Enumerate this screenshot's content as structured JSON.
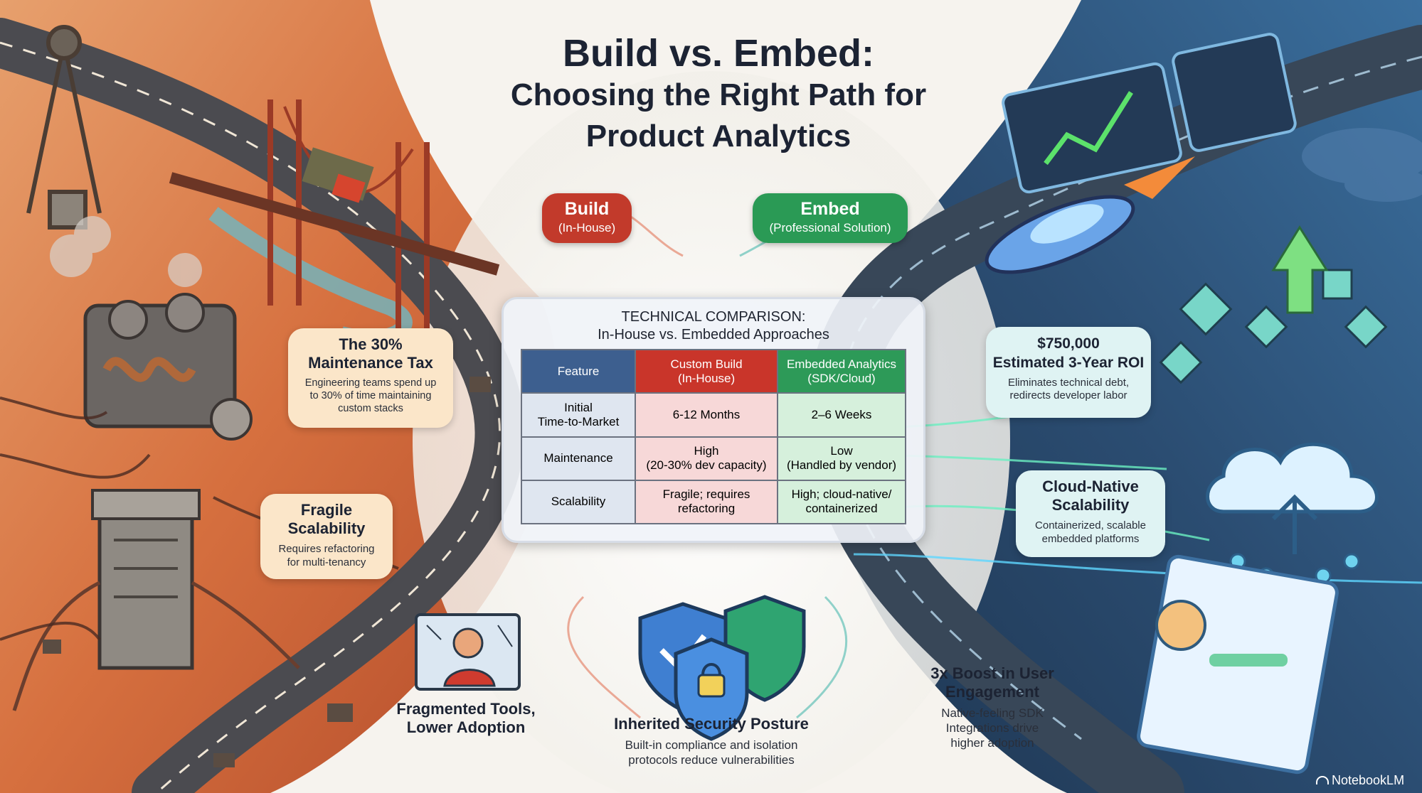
{
  "title_line1": "Build vs. Embed:",
  "title_line2": "Choosing the Right Path for",
  "title_line3": "Product Analytics",
  "build_tag": {
    "label": "Build",
    "sub": "(In-House)"
  },
  "embed_tag": {
    "label": "Embed",
    "sub": "(Professional Solution)"
  },
  "comparison": {
    "title_line1": "TECHNICAL COMPARISON:",
    "title_line2": "In-House vs. Embedded Approaches",
    "headers": [
      "Feature",
      "Custom Build\n(In-House)",
      "Embedded Analytics\n(SDK/Cloud)"
    ],
    "rows": [
      [
        "Initial\nTime-to-Market",
        "6-12 Months",
        "2–6 Weeks"
      ],
      [
        "Maintenance",
        "High\n(20-30% dev capacity)",
        "Low\n(Handled by vendor)"
      ],
      [
        "Scalability",
        "Fragile; requires\nrefactoring",
        "High; cloud-native/\ncontainerized"
      ]
    ]
  },
  "maintenance_tax": {
    "heading": "The 30%\nMaintenance Tax",
    "body": "Engineering teams spend up\nto 30% of time maintaining\ncustom stacks"
  },
  "fragile": {
    "heading": "Fragile\nScalability",
    "body": "Requires refactoring\nfor multi-tenancy"
  },
  "fragmented": {
    "heading": "Fragmented Tools,\nLower Adoption"
  },
  "security": {
    "heading": "Inherited Security Posture",
    "body": "Built-in compliance and isolation\nprotocols reduce vulnerabilities"
  },
  "engagement": {
    "heading": "3x Boost in User\nEngagement",
    "body": "Native-feeling SDK\nIntegrations drive\nhigher adoption"
  },
  "roi": {
    "heading": "$750,000\nEstimated 3-Year ROI",
    "body": "Eliminates technical debt,\nredirects developer labor"
  },
  "cloud": {
    "heading": "Cloud-Native\nScalability",
    "body": "Containerized, scalable\nembedded platforms"
  },
  "watermark": "NotebookLM",
  "colors": {
    "build_red": "#c23a2b",
    "embed_green": "#2a9a55",
    "build_bg": "#d9744a",
    "embed_bg": "#2f4a6e",
    "callout_warm": "#fbe6c9",
    "callout_cool": "#dff3f3",
    "build_cell": "#f7d8d8",
    "embed_cell": "#d6f0dc",
    "feature_cell": "#dfe6f0"
  }
}
